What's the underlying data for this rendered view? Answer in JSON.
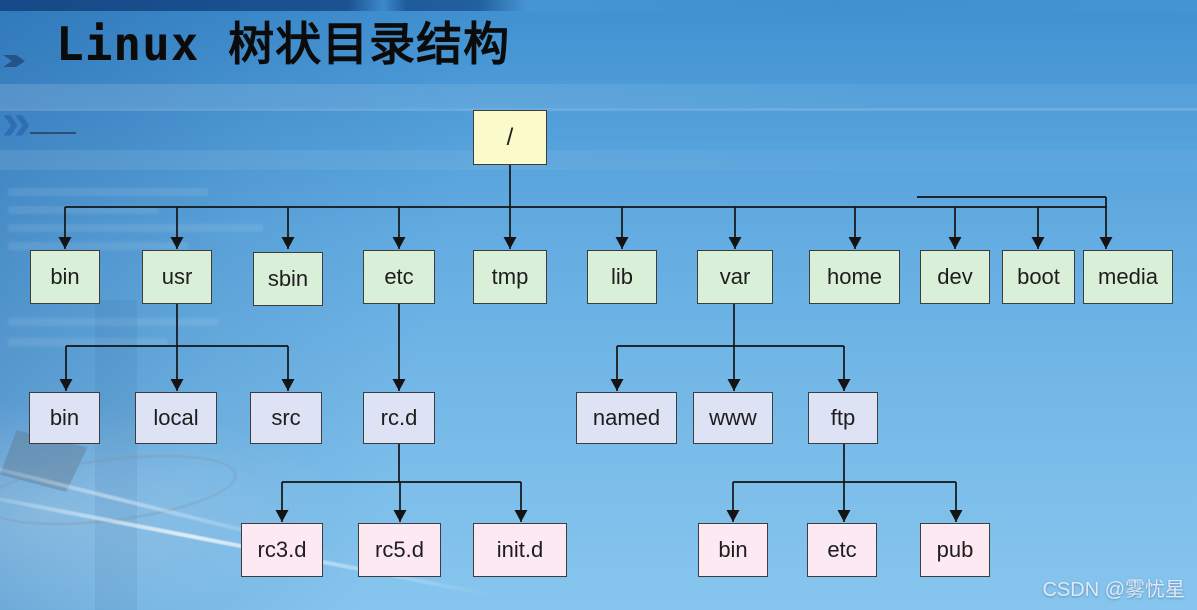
{
  "title": "Linux 树状目录结构",
  "watermark": "CSDN @雾忧星",
  "colors": {
    "bg-top": "#3f90d1",
    "bg-mid": "#63ace1",
    "bg-bottom": "#7cbeea",
    "root-fill": "#fbfacb",
    "level1-fill": "#d9efd8",
    "level2-fill": "#dde2f4",
    "level3-fill": "#fce9f2",
    "node-border": "#3d3d3d",
    "line-color": "#141414"
  },
  "nodes": {
    "root": "/",
    "level1": [
      "bin",
      "usr",
      "sbin",
      "etc",
      "tmp",
      "lib",
      "var",
      "home",
      "dev",
      "boot",
      "media"
    ],
    "usr_children": [
      "bin",
      "local",
      "src"
    ],
    "etc_children": [
      "rc.d"
    ],
    "var_children": [
      "named",
      "www",
      "ftp"
    ],
    "rcd_children": [
      "rc3.d",
      "rc5.d",
      "init.d"
    ],
    "ftp_children": [
      "bin",
      "etc",
      "pub"
    ]
  }
}
